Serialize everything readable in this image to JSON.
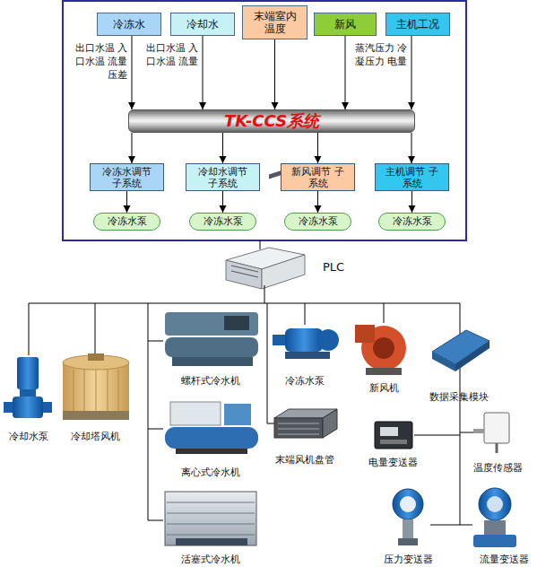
{
  "diagram": {
    "nodes": [
      {
        "text": [
          "冷冻水"
        ]
      },
      {
        "text": [
          "冷却水"
        ]
      },
      {
        "text": [
          "末端室内 温度"
        ]
      },
      {
        "text": [
          "新风"
        ]
      },
      {
        "text": [
          "主机工况"
        ]
      },
      {
        "text": [
          "TK-CCS系统"
        ]
      },
      {
        "text": [
          "冷冻水调节 子系统"
        ]
      },
      {
        "text": [
          "冷却水调节 子系统"
        ]
      },
      {
        "text": [
          "新风调节 子系统"
        ]
      },
      {
        "text": [
          "主机调节 子系统"
        ]
      },
      {
        "text": [
          "冷冻水泵"
        ]
      },
      {
        "text": [
          "冷冻水泵"
        ]
      },
      {
        "text": [
          "冷冻水泵"
        ]
      },
      {
        "text": [
          "冷冻水泵"
        ]
      }
    ],
    "edges": [
      {
        "from": 0,
        "to": 5,
        "arrow": "to",
        "label": "出口水温 入口水温 流量 压差"
      },
      {
        "from": 1,
        "to": 5,
        "arrow": "to",
        "label": "出口水温 入口水温 流量"
      },
      {
        "from": 2,
        "to": 5,
        "arrow": "to"
      },
      {
        "from": 3,
        "to": 5,
        "arrow": "to"
      },
      {
        "from": 4,
        "to": 5,
        "arrow": "to",
        "label": "蒸汽压力 冷凝压力 电量"
      },
      {
        "from": 5,
        "to": 6,
        "arrow": "to"
      },
      {
        "from": 5,
        "to": 7,
        "arrow": "to"
      },
      {
        "from": 5,
        "to": 8,
        "arrow": "to"
      },
      {
        "from": 5,
        "to": 9,
        "arrow": "to"
      },
      {
        "from": 6,
        "to": 10,
        "arrow": "to"
      },
      {
        "from": 7,
        "to": 11,
        "arrow": "to"
      },
      {
        "from": 8,
        "to": 12,
        "arrow": "to"
      },
      {
        "from": 9,
        "to": 13,
        "arrow": "to"
      }
    ],
    "labels": [
      "PLC",
      "冷却水泵",
      "冷却塔风机",
      "螺杆式冷水机",
      "离心式冷水机",
      "活塞式冷水机",
      "冷冻水泵",
      "末端风机盘管",
      "新风机",
      "数据采集模块",
      "电量变送器",
      "温度传感器",
      "压力变送器",
      "流量变送器"
    ]
  }
}
